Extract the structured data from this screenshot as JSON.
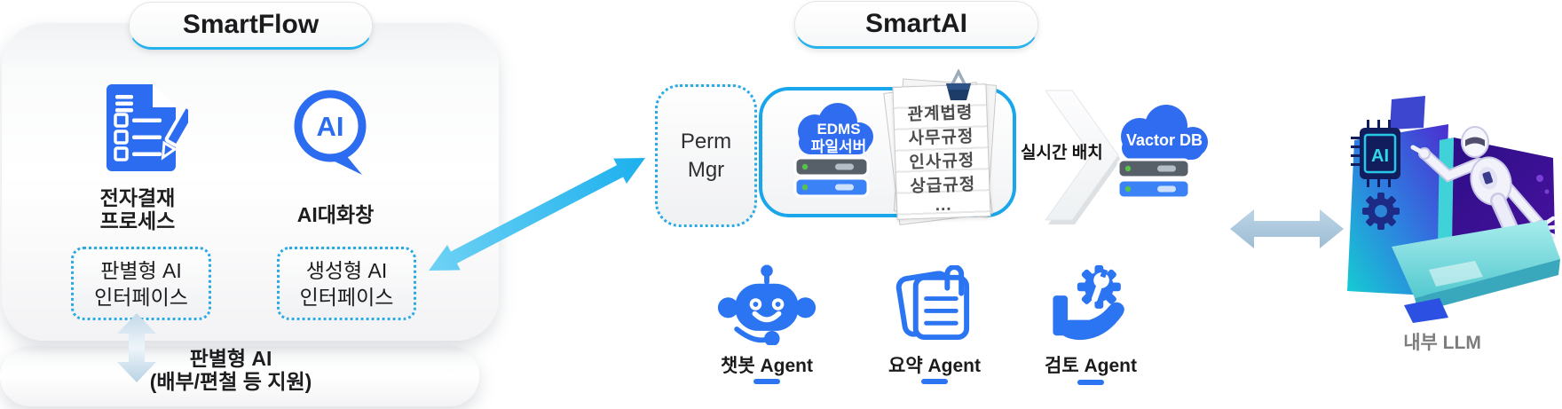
{
  "smartflow": {
    "title": "SmartFlow",
    "approval_label": {
      "line1": "전자결재",
      "line2": "프로세스"
    },
    "chat_label": "AI대화창",
    "ai_badge": "AI",
    "discriminative_box": {
      "line1": "판별형 AI",
      "line2": "인터페이스"
    },
    "generative_box": {
      "line1": "생성형 AI",
      "line2": "인터페이스"
    },
    "support_note": {
      "line1": "판별형 AI",
      "line2": "(배부/편철 등 지원)"
    }
  },
  "smartai": {
    "title": "SmartAI",
    "perm_manager": {
      "line1": "Perm",
      "line2": "Mgr"
    },
    "edms_server": {
      "line1": "EDMS",
      "line2": "파일서버"
    },
    "regulation_docs": [
      "관계법령",
      "사무규정",
      "인사규정",
      "상급규정",
      "..."
    ],
    "realtime_batch_label": "실시간 배치",
    "vector_db_label": "Vactor DB",
    "agents": [
      {
        "label": "챗봇 Agent"
      },
      {
        "label": "요약 Agent"
      },
      {
        "label": "검토 Agent"
      }
    ]
  },
  "external": {
    "llm_label": "내부 LLM",
    "chip_label": "AI"
  },
  "colors": {
    "primary_blue": "#2b6cf0",
    "agent_blue": "#2b74f2",
    "accent_cyan": "#29b6ed",
    "dotted_border": "#2aaae4",
    "container_border": "#19a6ea",
    "pill_border": "#26b2ec",
    "steel_arrow": "#a9c6db",
    "rack_dark": "#576069",
    "rack_blue": "#3b82f7",
    "led_green": "#57c14c"
  }
}
